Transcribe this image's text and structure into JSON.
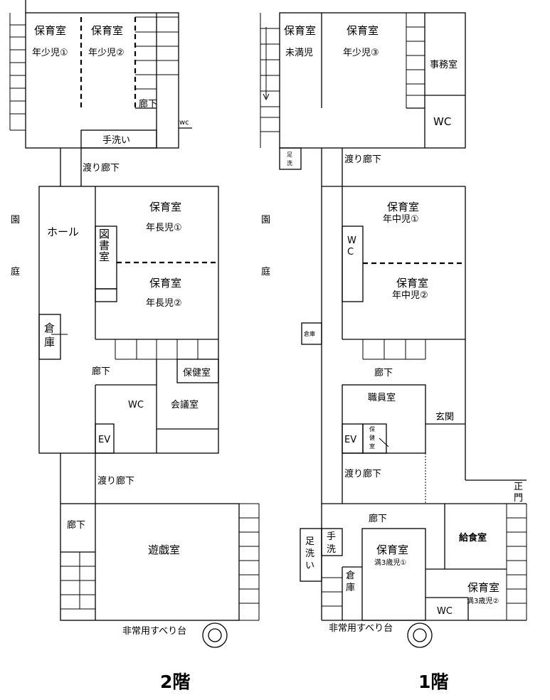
{
  "floor2": {
    "title": "2階",
    "hoiku": "保育室",
    "nenshou1": "年少児①",
    "nenshou2": "年少児②",
    "rouka": "廊下",
    "wc": "wc",
    "tearai": "手洗い",
    "watari": "渡り廊下",
    "hall": "ホール",
    "tosho1": "図",
    "tosho2": "書",
    "tosho3": "室",
    "nenchou1": "年長児①",
    "nenchou2": "年長児②",
    "sou": "倉",
    "ko": "庫",
    "hoken": "保健室",
    "wc2": "WC",
    "kaigi": "会議室",
    "ev": "EV",
    "yugi": "遊戯室",
    "suberi": "非常用すべり台",
    "en": "園",
    "tei": "庭"
  },
  "floor1": {
    "title": "1階",
    "hoiku": "保育室",
    "miman": "未満児",
    "nenshou3": "年少児③",
    "jimu": "事務室",
    "wc": "WC",
    "ashi1": "足",
    "ashi2": "洗",
    "watari": "渡り廊下",
    "nenchu1": "年中児①",
    "nenchu2": "年中児②",
    "wc_v1": "W",
    "wc_v2": "C",
    "souko": "倉庫",
    "rouka": "廊下",
    "shokuin": "職員室",
    "genkan": "玄関",
    "ev": "EV",
    "hoken1": "保",
    "hoken2": "健",
    "hoken3": "室",
    "sei": "正",
    "mon": "門",
    "kyushoku": "給食室",
    "te": "手",
    "sen": "洗",
    "ashi": "足",
    "arai": "洗",
    "i": "い",
    "sou": "倉",
    "ko": "庫",
    "mansai1": "満3歳児①",
    "mansai2": "満3歳児②",
    "suberi": "非常用すべり台",
    "en": "園",
    "tei": "庭"
  }
}
